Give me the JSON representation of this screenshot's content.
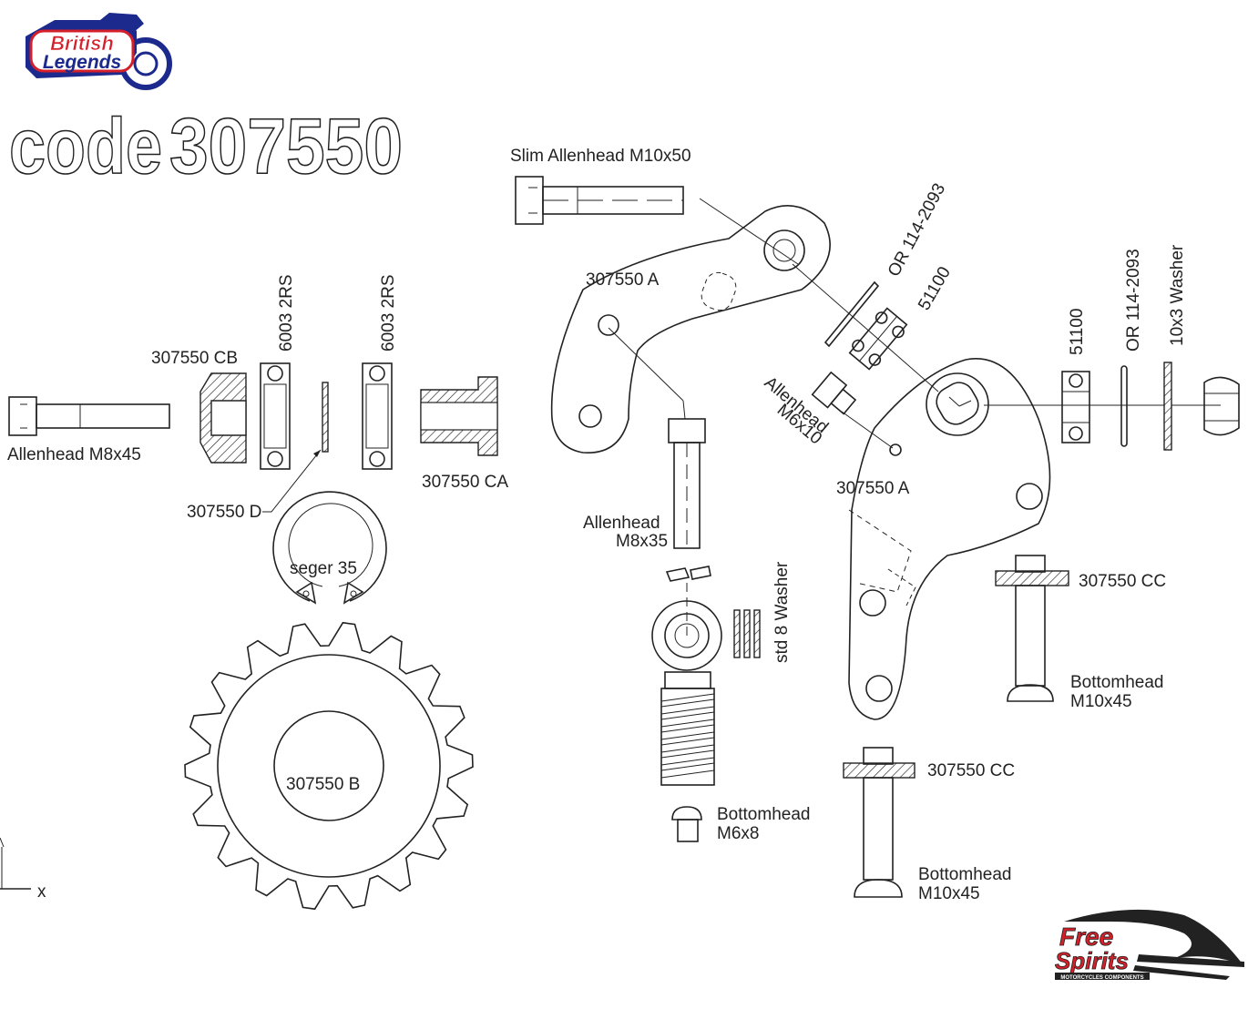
{
  "brand": {
    "top_logo_line1": "British",
    "top_logo_line2": "Legends",
    "bottom_logo_line1": "Free",
    "bottom_logo_line2": "Spirits",
    "bottom_logo_tagline": "MOTORCYCLES COMPONENTS",
    "colors": {
      "logo_blue": "#1b2a8c",
      "logo_red": "#d4202a",
      "line": "#222222"
    }
  },
  "title": {
    "prefix": "code",
    "number": "307550"
  },
  "labels": {
    "slim_allenhead": "Slim Allenhead M10x50",
    "part_a_top": "307550 A",
    "or_top": "OR 114-2093",
    "bearing_51100_top": "51100",
    "bearing_51100_right": "51100",
    "or_right": "OR 114-2093",
    "washer_10x3": "10x3 Washer",
    "allenhead_m6_l1": "Allenhead",
    "allenhead_m6_l2": "M6x10",
    "part_a_bottom": "307550 A",
    "part_cc_right": "307550 CC",
    "bottomhead_right_l1": "Bottomhead",
    "bottomhead_right_l2": "M10x45",
    "part_cc_bottom": "307550 CC",
    "bottomhead_bottom_l1": "Bottomhead",
    "bottomhead_bottom_l2": "M10x45",
    "bottomhead_m6_l1": "Bottomhead",
    "bottomhead_m6_l2": "M6x8",
    "allenhead_m8x35_l1": "Allenhead",
    "allenhead_m8x35_l2": "M8x35",
    "std8_washer": "std 8 Washer",
    "part_cb": "307550 CB",
    "bearing_6003_left": "6003 2RS",
    "bearing_6003_right": "6003 2RS",
    "allenhead_m8x45": "Allenhead M8x45",
    "part_ca": "307550 CA",
    "part_d": "307550 D",
    "seger": "seger 35",
    "sprocket": "307550 B",
    "axis_x": "x"
  }
}
